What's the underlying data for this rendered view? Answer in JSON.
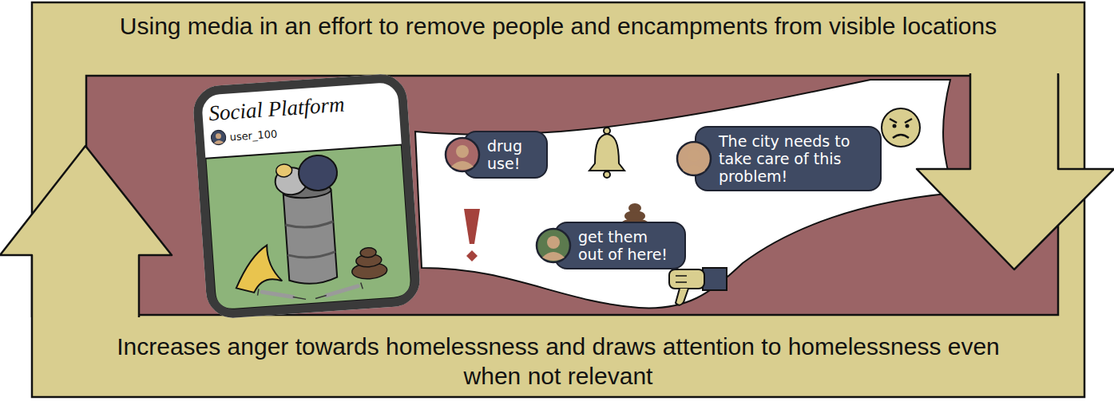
{
  "diagram": {
    "nodes": [
      {
        "text": [
          "Using media in an effort to remove people and encampments from visible locations"
        ]
      },
      {
        "text": [
          "Social Platform",
          "user_100"
        ]
      },
      {
        "text": [
          "drug use!"
        ]
      },
      {
        "text": [
          "The city needs to take care of this problem!"
        ]
      },
      {
        "text": [
          "get them out of here!"
        ]
      },
      {
        "text": [
          "Increases anger towards homelessness and draws attention to homelessness even when not relevant"
        ]
      }
    ],
    "edges": [
      {
        "from": 0,
        "to": 5,
        "arrow": "to"
      },
      {
        "from": 5,
        "to": 0,
        "arrow": "to"
      }
    ]
  }
}
